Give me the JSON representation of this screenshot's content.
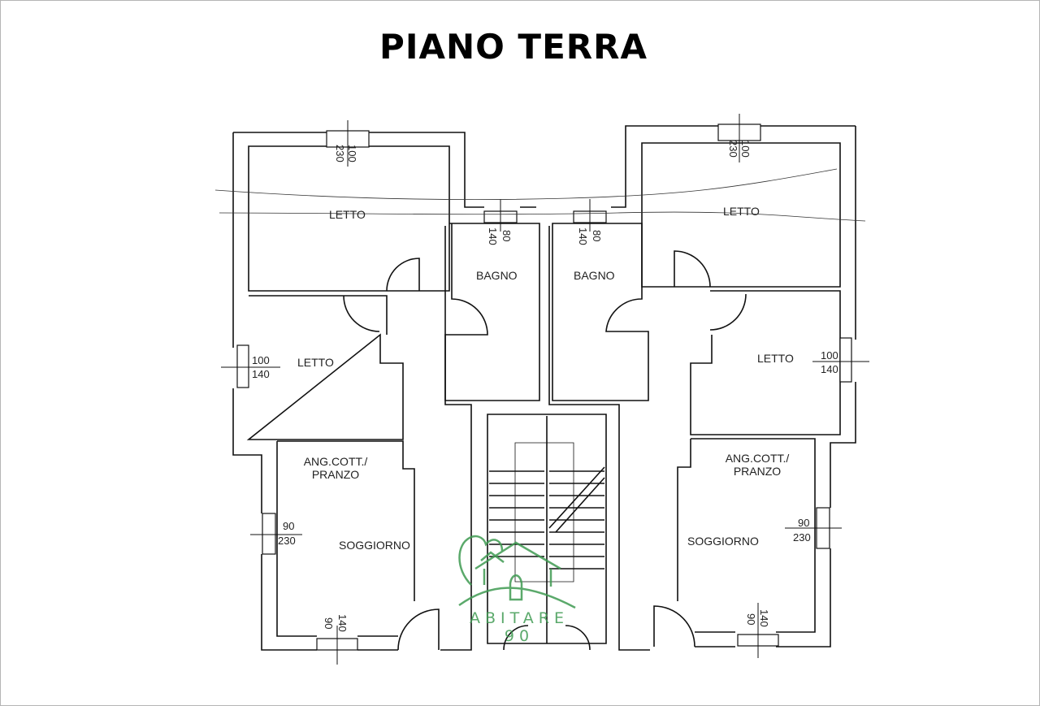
{
  "title": "PIANO TERRA",
  "rooms": {
    "letto_top_left": "LETTO",
    "letto_top_right": "LETTO",
    "bagno_left": "BAGNO",
    "bagno_right": "BAGNO",
    "letto_mid_left": "LETTO",
    "letto_mid_right": "LETTO",
    "kitchen_left_line1": "ANG.COTT./",
    "kitchen_left_line2": "PRANZO",
    "kitchen_right_line1": "ANG.COTT./",
    "kitchen_right_line2": "PRANZO",
    "living_left": "SOGGIORNO",
    "living_right": "SOGGIORNO"
  },
  "windows": {
    "top_left": {
      "w": "100",
      "h": "230"
    },
    "top_right": {
      "w": "100",
      "h": "230"
    },
    "bath_left": {
      "w": "80",
      "h": "140"
    },
    "bath_right": {
      "w": "80",
      "h": "140"
    },
    "mid_left": {
      "w": "100",
      "h": "140"
    },
    "mid_right": {
      "w": "100",
      "h": "140"
    },
    "living_left": {
      "w": "90",
      "h": "230"
    },
    "living_right": {
      "w": "90",
      "h": "230"
    },
    "bottom_left": {
      "w": "90",
      "h": "140"
    },
    "bottom_right": {
      "w": "90",
      "h": "140"
    }
  },
  "watermark": {
    "text": "ABITARE 90",
    "color": "#3f9b52"
  }
}
